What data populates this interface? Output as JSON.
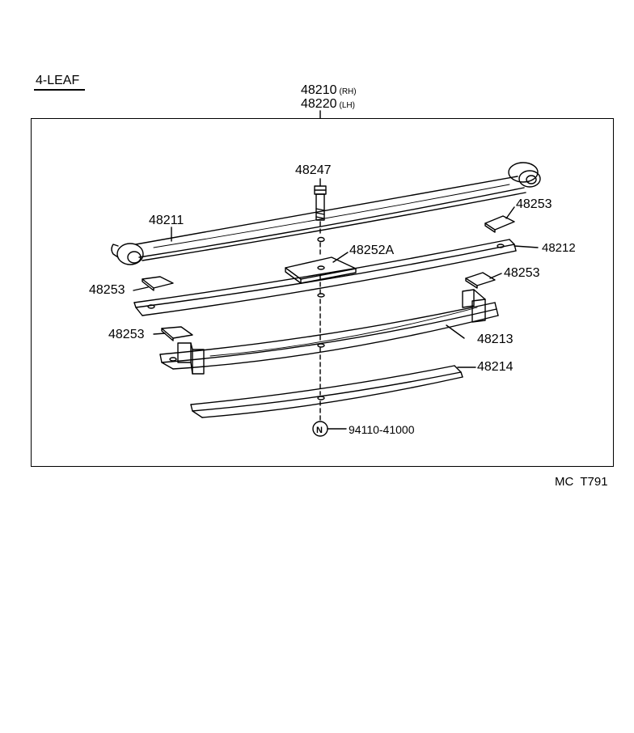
{
  "title": "4-LEAF",
  "assembly": {
    "rh_part": "48210",
    "rh_suffix": "(RH)",
    "lh_part": "48220",
    "lh_suffix": "(LH)"
  },
  "callouts": {
    "bolt": "48247",
    "main_leaf": "48211",
    "liner_top_right": "48253",
    "seat_plate": "48252A",
    "second_leaf": "48212",
    "liner_mid_right": "48253",
    "liner_left_upper": "48253",
    "liner_left_lower": "48253",
    "third_leaf": "48213",
    "fourth_leaf": "48214",
    "nut_symbol": "N",
    "nut": "94110-41000"
  },
  "figure_code": "MC  T791"
}
